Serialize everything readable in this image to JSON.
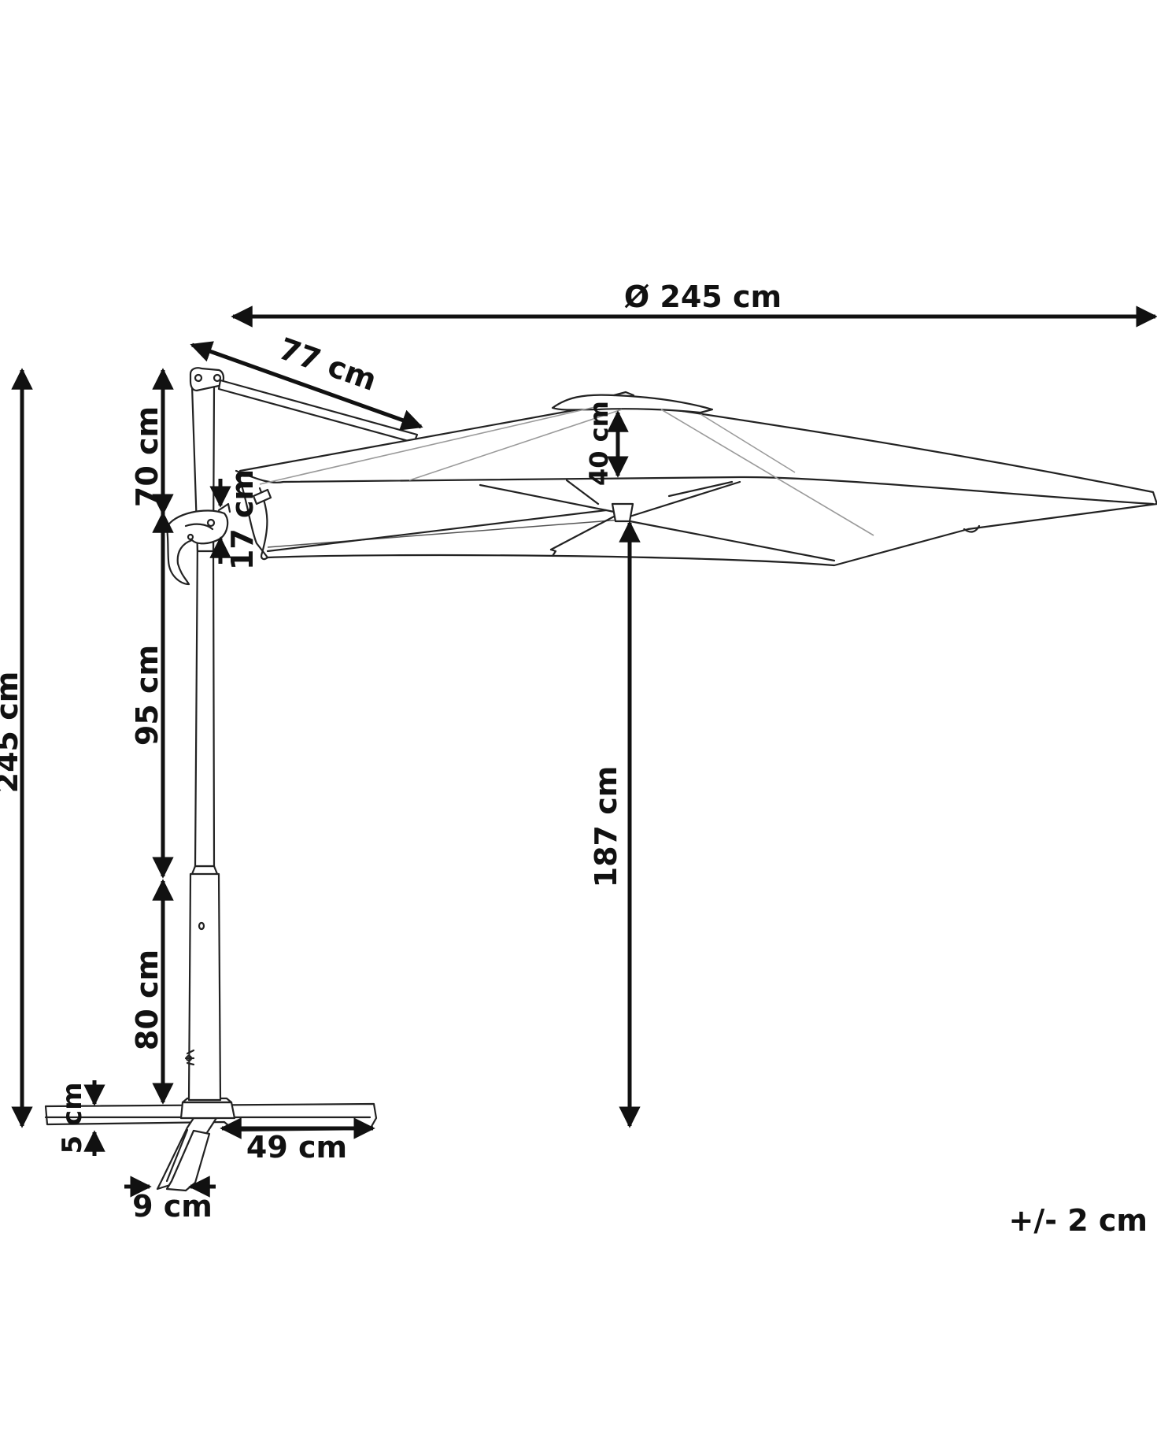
{
  "dimensions": {
    "canopy_diameter": "Ø 245 cm",
    "arm_length": "77 cm",
    "canopy_height": "40 cm",
    "pole_top_segment": "70 cm",
    "crank_height": "17 cm",
    "pole_middle_segment": "95 cm",
    "pole_lower_segment": "80 cm",
    "total_height": "245 cm",
    "clearance_height": "187 cm",
    "base_height": "5 cm",
    "base_leg_length": "49 cm",
    "base_leg_width": "9 cm"
  },
  "tolerance": "+/- 2 cm",
  "colors": {
    "ink": "#111111",
    "line": "#222222",
    "background": "#ffffff"
  }
}
